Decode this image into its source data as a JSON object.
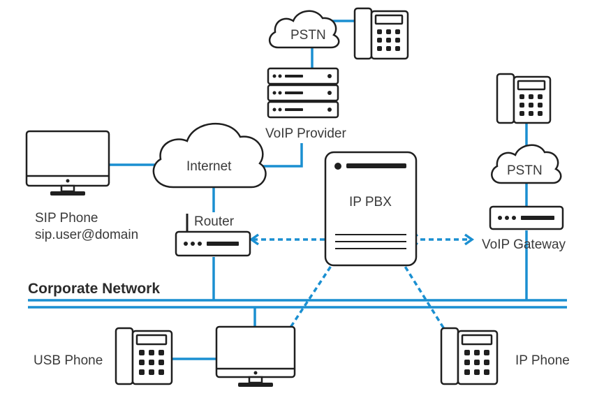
{
  "labels": {
    "pstn_top": "PSTN",
    "voip_provider": "VoIP Provider",
    "internet": "Internet",
    "sip_phone_line1": "SIP Phone",
    "sip_phone_line2": "sip.user@domain",
    "router": "Router",
    "ip_pbx": "IP PBX",
    "pstn_right": "PSTN",
    "voip_gateway": "VoIP Gateway",
    "corporate_network": "Corporate Network",
    "usb_phone": "USB Phone",
    "ip_phone": "IP Phone"
  },
  "colors": {
    "link": "#1a8fd1",
    "device_outline": "#1f1f1f"
  }
}
